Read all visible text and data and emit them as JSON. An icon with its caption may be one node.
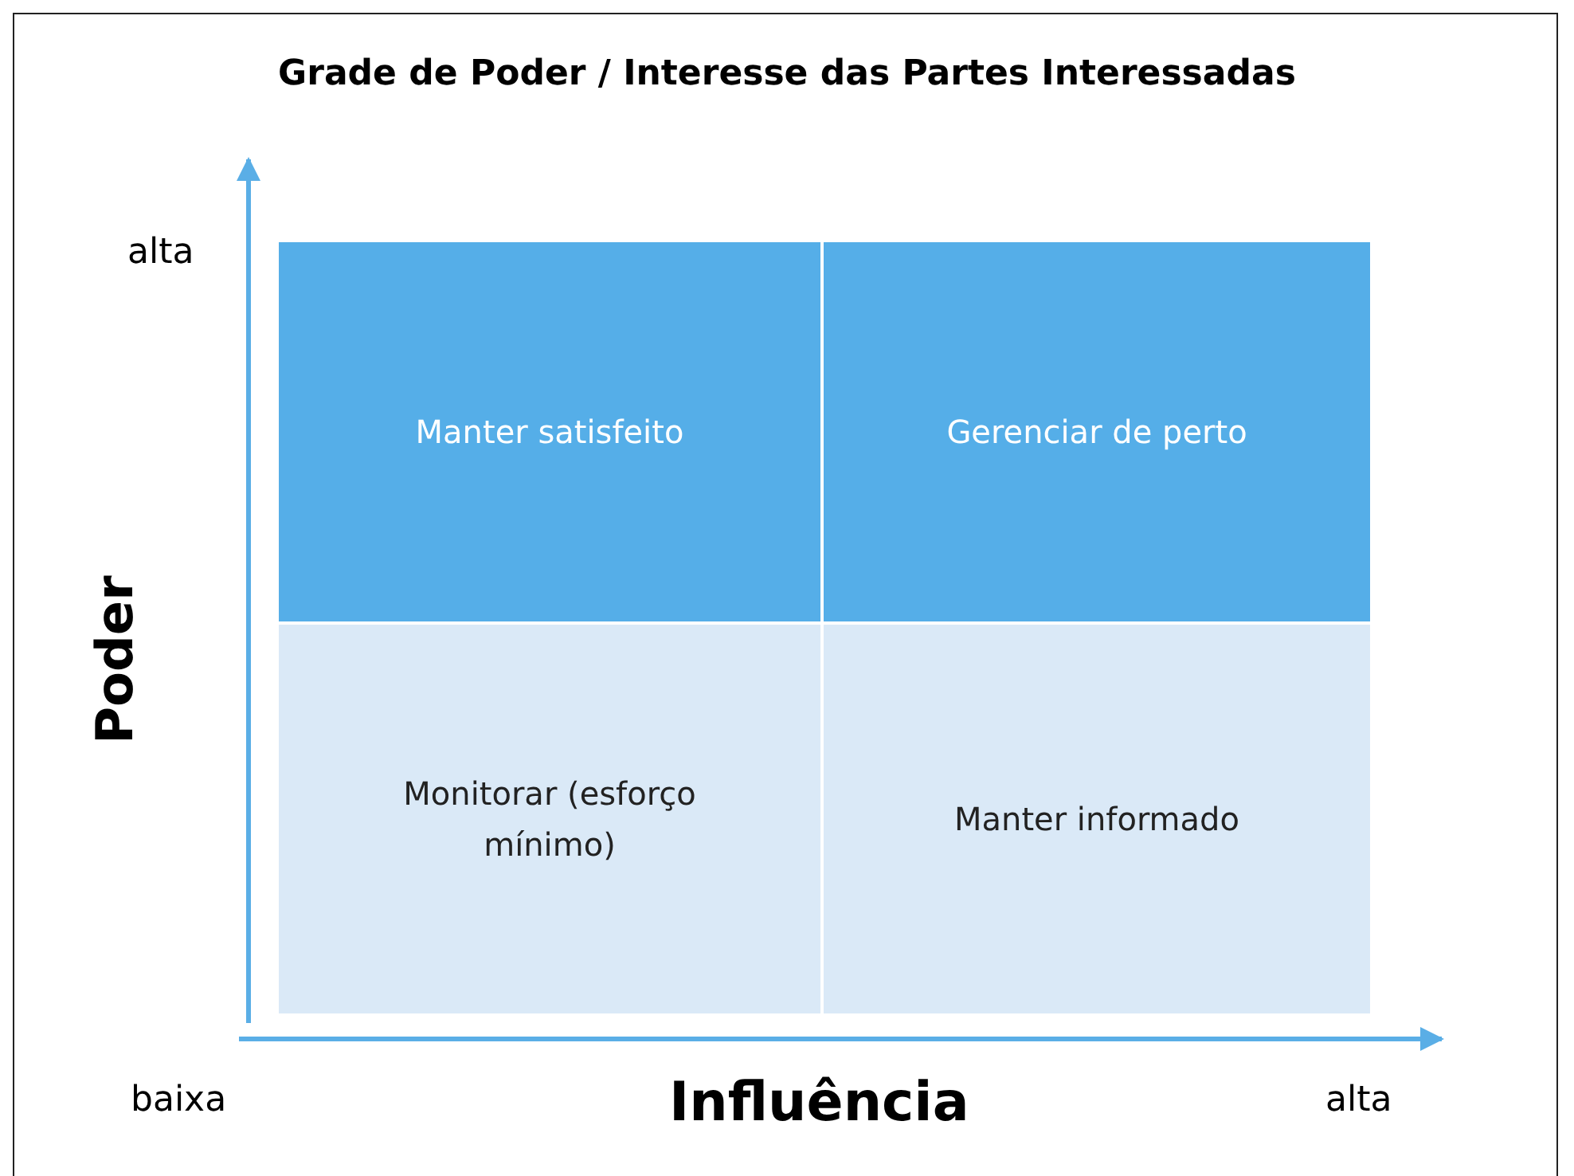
{
  "diagram": {
    "title": "Grade de Poder / Interesse das Partes Interessadas",
    "nodes": [
      {
        "text": [
          "Manter satisfeito"
        ]
      },
      {
        "text": [
          "Gerenciar de perto"
        ]
      },
      {
        "text": [
          "Monitorar (esforço mínimo)"
        ]
      },
      {
        "text": [
          "Manter informado"
        ]
      }
    ],
    "labels": [
      "alta",
      "Poder",
      "baixa",
      "Influência",
      "alta"
    ]
  }
}
